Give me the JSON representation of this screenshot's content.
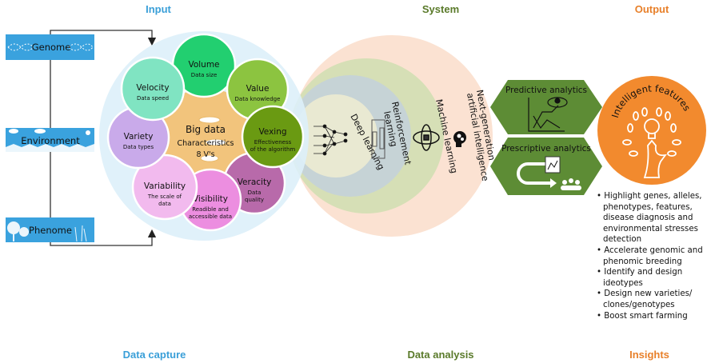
{
  "headers": {
    "input": "Input",
    "system": "System",
    "output": "Output"
  },
  "footers": {
    "data_capture": "Data capture",
    "data_analysis": "Data analysis",
    "insights": "Insights"
  },
  "sources": [
    {
      "label": "Genome",
      "icon": "dna-icon"
    },
    {
      "label": "Environment",
      "icon": "weather-icon"
    },
    {
      "label": "Phenome",
      "icon": "plant-icon"
    }
  ],
  "big_data": {
    "title": "Big data",
    "line1": "Characteristics",
    "line2": "8 V's"
  },
  "vs": [
    {
      "title": "Volume",
      "sub1": "Data size",
      "sub2": "",
      "color": "#22cf70"
    },
    {
      "title": "Value",
      "sub1": "Data knowledge",
      "sub2": "",
      "color": "#8cc440"
    },
    {
      "title": "Vexing",
      "sub1": "Effectiveness",
      "sub2": "of the algorithm",
      "color": "#6a9a12"
    },
    {
      "title": "Veracity",
      "sub1": "Data",
      "sub2": "quality",
      "color": "#b86aaa"
    },
    {
      "title": "Visibility",
      "sub1": "Readible and",
      "sub2": "accessible data",
      "color": "#ec8ee0"
    },
    {
      "title": "Variability",
      "sub1": "The scale of",
      "sub2": "data",
      "color": "#f2baee"
    },
    {
      "title": "Variety",
      "sub1": "Data types",
      "sub2": "",
      "color": "#c9aaea"
    },
    {
      "title": "Velocity",
      "sub1": "Data speed",
      "sub2": "",
      "color": "#80e4c2"
    }
  ],
  "system": {
    "deep": "Deep learning",
    "reinforcement1": "Reinforcement",
    "reinforcement2": "learning",
    "machine": "Machine learning",
    "nextgen1": "Next-generation",
    "nextgen2": "artificial intelligence"
  },
  "analytics": {
    "predictive": "Predictive analytics",
    "prescriptive": "Prescriptive analytics"
  },
  "intelligent": "Intelligent features",
  "insights": [
    "Highlight genes, alleles, phenotypes, features, disease diagnosis and environmental stresses detection",
    "Accelerate genomic and phenomic breeding",
    "Identify and design ideotypes",
    "Design new varieties/ clones/genotypes",
    "Boost smart farming"
  ],
  "colors": {
    "input": "#3a9fd8",
    "system": "#5a7a2a",
    "output": "#e8802a",
    "source_box": "#3aa2de",
    "hexagon": "#5d8c35",
    "intelligent": "#f28a2e"
  }
}
